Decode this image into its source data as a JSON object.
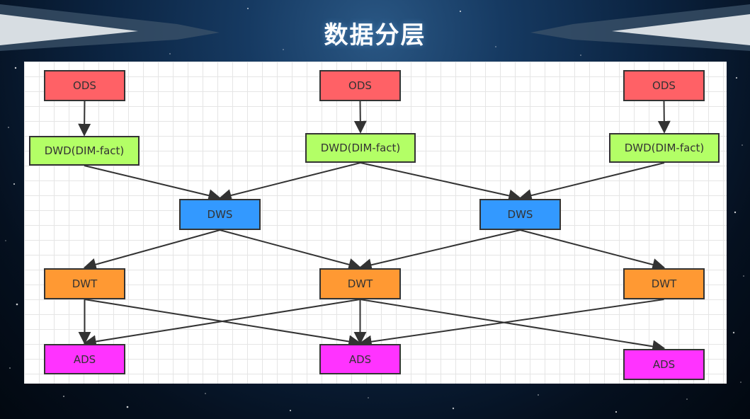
{
  "title": "数据分层",
  "colors": {
    "ods": "#ff6166",
    "dwd": "#b3ff66",
    "dws": "#3399ff",
    "dwt": "#ff9933",
    "ads": "#ff33ff",
    "edge": "#333333"
  },
  "nodes": {
    "ods_1": "ODS",
    "ods_2": "ODS",
    "ods_3": "ODS",
    "dwd_1": "DWD(DIM-fact)",
    "dwd_2": "DWD(DIM-fact)",
    "dwd_3": "DWD(DIM-fact)",
    "dws_1": "DWS",
    "dws_2": "DWS",
    "dwt_1": "DWT",
    "dwt_2": "DWT",
    "dwt_3": "DWT",
    "ads_1": "ADS",
    "ads_2": "ADS",
    "ads_3": "ADS"
  },
  "edges": [
    [
      "ods_1",
      "dwd_1"
    ],
    [
      "ods_2",
      "dwd_2"
    ],
    [
      "ods_3",
      "dwd_3"
    ],
    [
      "dwd_1",
      "dws_1"
    ],
    [
      "dwd_2",
      "dws_1"
    ],
    [
      "dwd_2",
      "dws_2"
    ],
    [
      "dwd_3",
      "dws_2"
    ],
    [
      "dws_1",
      "dwt_1"
    ],
    [
      "dws_1",
      "dwt_2"
    ],
    [
      "dws_2",
      "dwt_2"
    ],
    [
      "dws_2",
      "dwt_3"
    ],
    [
      "dwt_1",
      "ads_1"
    ],
    [
      "dwt_1",
      "ads_2"
    ],
    [
      "dwt_2",
      "ads_1"
    ],
    [
      "dwt_2",
      "ads_2"
    ],
    [
      "dwt_2",
      "ads_3"
    ],
    [
      "dwt_3",
      "ads_2"
    ]
  ]
}
